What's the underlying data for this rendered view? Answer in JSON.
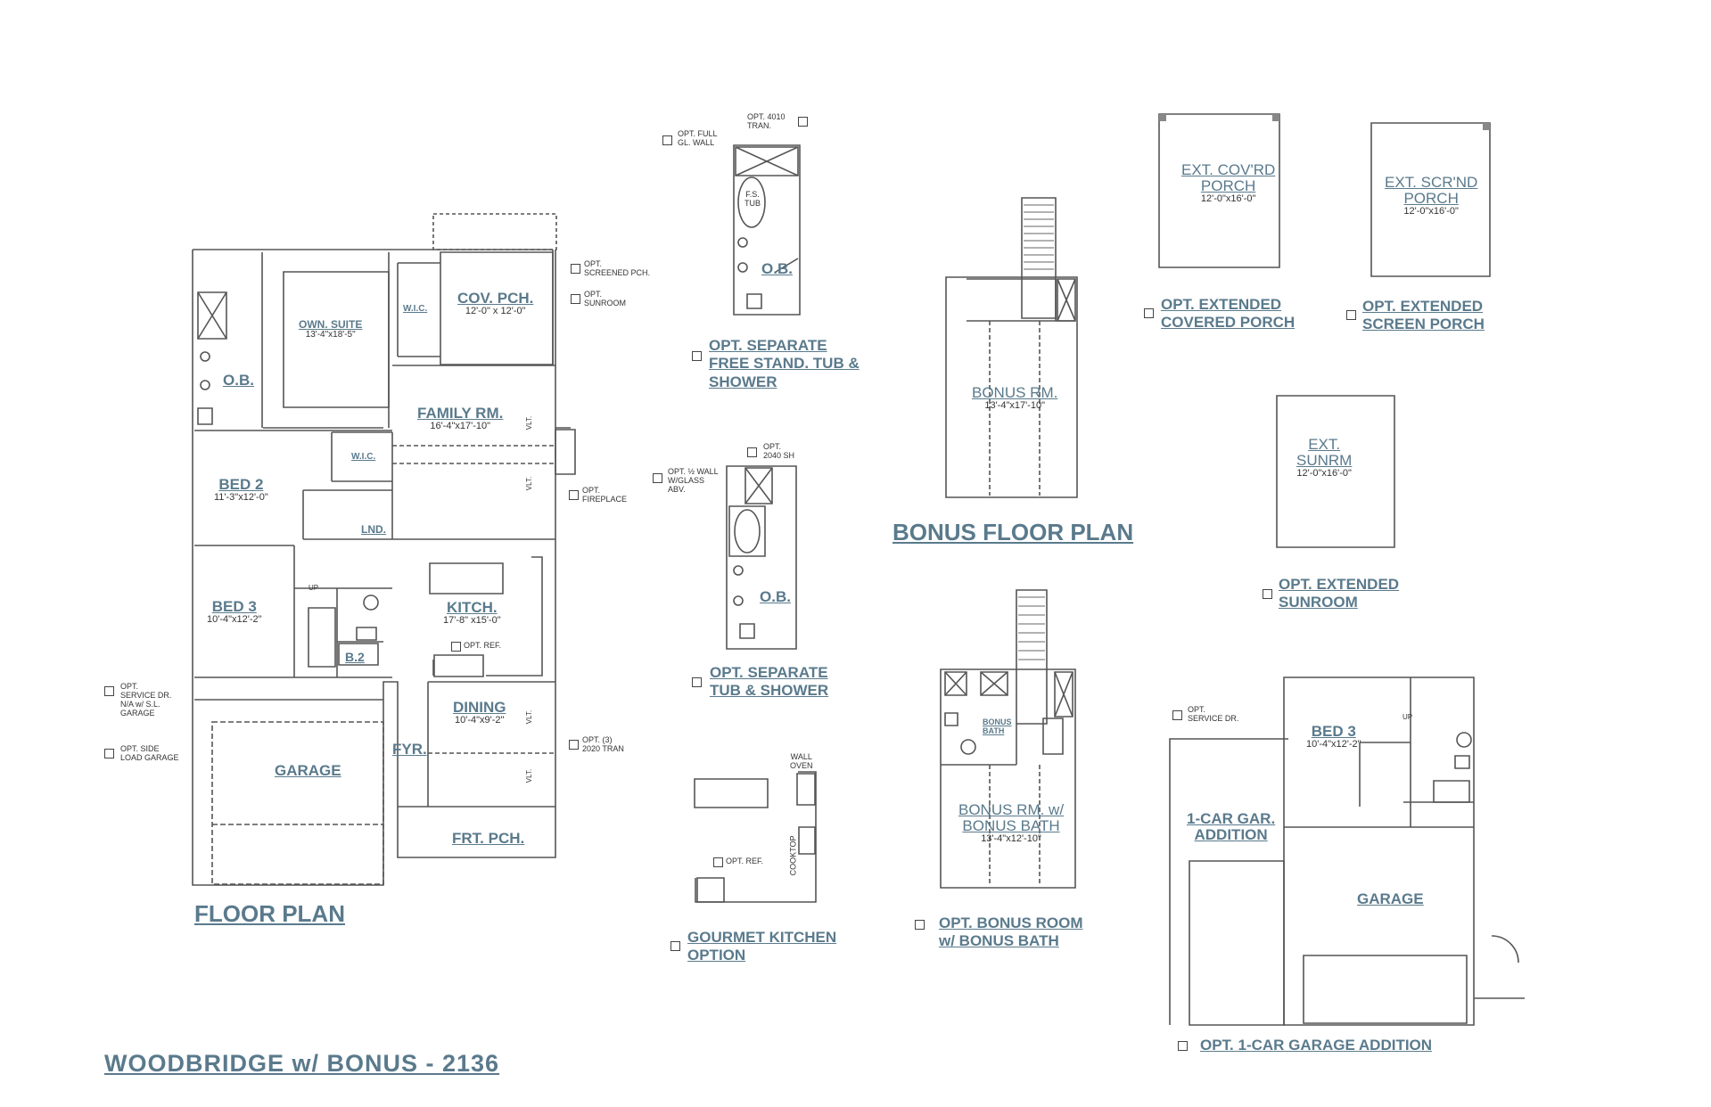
{
  "title": "WOODBRIDGE w/ BONUS - 2136",
  "headings": {
    "floor_plan": "FLOOR PLAN",
    "bonus_floor_plan": "BONUS FLOOR PLAN"
  },
  "main_rooms": {
    "own_suite": {
      "name": "OWN. SUITE",
      "dim": "13'-4\"x18'-5\""
    },
    "wic1": "W.I.C.",
    "cov_pch": {
      "name": "COV. PCH.",
      "dim": "12'-0\" x 12'-0\""
    },
    "ob": "O.B.",
    "family": {
      "name": "FAMILY RM.",
      "dim": "16'-4\"x17'-10\""
    },
    "wic2": "W.I.C.",
    "bed2": {
      "name": "BED 2",
      "dim": "11'-3\"x12'-0\""
    },
    "lnd": "LND.",
    "bed3": {
      "name": "BED 3",
      "dim": "10'-4\"x12'-2\""
    },
    "up": "UP",
    "kitch": {
      "name": "KITCH.",
      "dim": "17'-8\" x15'-0\""
    },
    "opt_ref": "OPT. REF.",
    "b2": "B.2",
    "dining": {
      "name": "DINING",
      "dim": "10'-4\"x9'-2\""
    },
    "fyr": "FYR.",
    "garage": "GARAGE",
    "frt_pch": "FRT. PCH.",
    "vlt": "VLT."
  },
  "main_options": {
    "screened": "OPT.\nSCREENED PCH.",
    "sunroom": "OPT.\nSUNROOM",
    "fireplace": "OPT.\nFIREPLACE",
    "tran": "OPT. (3)\n2020 TRAN",
    "service_dr": "OPT.\nSERVICE DR.\nN/A w/ S.L.\nGARAGE",
    "side_load": "OPT. SIDE\nLOAD GARAGE"
  },
  "bath1": {
    "opt_full": "OPT. FULL\nGL. WALL",
    "opt_tran": "OPT. 4010\nTRAN.",
    "fs": "F.S.\nTUB",
    "ob": "O.B.",
    "caption": [
      "OPT. SEPARATE",
      "FREE STAND. TUB &",
      "SHOWER"
    ]
  },
  "bath2": {
    "opt_half": "OPT. ½ WALL\nW/GLASS\nABV.",
    "opt_sh": "OPT.\n2040 SH",
    "ob": "O.B.",
    "caption": [
      "OPT. SEPARATE",
      "TUB & SHOWER"
    ]
  },
  "kitchen_opt": {
    "wall_oven": "WALL\nOVEN",
    "cooktop": "COOKTOP",
    "opt_ref": "OPT. REF.",
    "caption": [
      "GOURMET KITCHEN",
      "OPTION"
    ]
  },
  "bonus": {
    "room": {
      "name": "BONUS RM.",
      "dim": "13'-4\"x17'-10\""
    },
    "bath_room": {
      "name1": "BONUS RM. w/",
      "name2": "BONUS BATH",
      "dim": "13'-4\"x12'-10\""
    },
    "bonus_bath": "BONUS\nBATH",
    "caption": [
      "OPT. BONUS ROOM",
      "w/ BONUS BATH"
    ]
  },
  "porches": {
    "covrd": {
      "name1": "EXT. COV'RD",
      "name2": "PORCH",
      "dim": "12'-0\"x16'-0\"",
      "caption": [
        "OPT. EXTENDED",
        "COVERED PORCH"
      ]
    },
    "scrnd": {
      "name1": "EXT. SCR'ND",
      "name2": "PORCH",
      "dim": "12'-0\"x16'-0\"",
      "caption": [
        "OPT. EXTENDED",
        "SCREEN PORCH"
      ]
    },
    "sunrm": {
      "name1": "EXT.",
      "name2": "SUNRM",
      "dim": "12'-0\"x16'-0\"",
      "caption": [
        "OPT. EXTENDED",
        "SUNROOM"
      ]
    }
  },
  "garage_add": {
    "service": "OPT.\nSERVICE DR.",
    "bed3": {
      "name": "BED 3",
      "dim": "10'-4\"x12'-2\""
    },
    "up": "UP",
    "car": [
      "1-CAR GAR.",
      "ADDITION"
    ],
    "garage": "GARAGE",
    "caption": "OPT. 1-CAR GARAGE ADDITION"
  }
}
